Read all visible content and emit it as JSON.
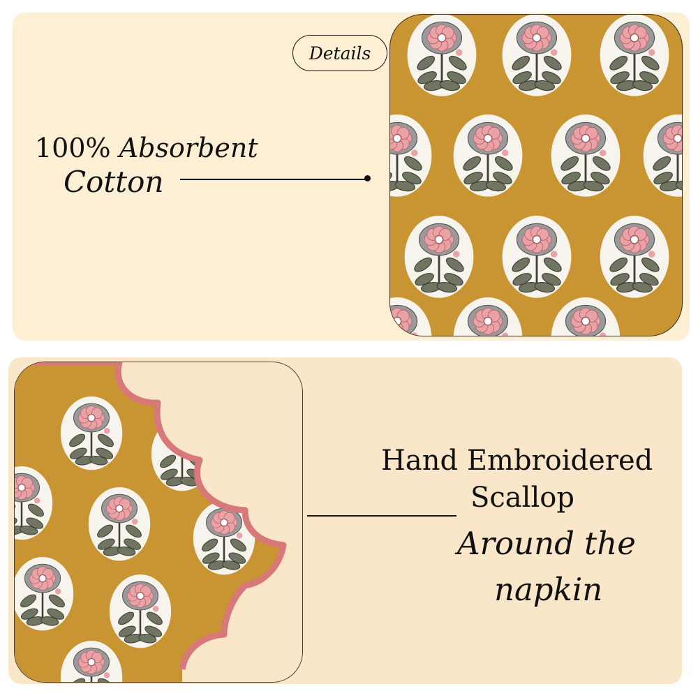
{
  "top_panel": {
    "button_label": "Details",
    "callout_line1_plain": "100%",
    "callout_line1_italic": "Absorbent",
    "callout_line2": "Cotton"
  },
  "bottom_panel": {
    "callout_line1": "Hand Embroidered",
    "callout_line2": "Scallop",
    "callout_line3": "Around the",
    "callout_line4": "napkin"
  },
  "colors": {
    "top_panel_bg": "#fdefd3",
    "bottom_panel_bg": "#fae6c8",
    "fabric_mustard": "#c89532",
    "scallop_pink": "#d8787a",
    "flower_pink": "#eaa2a6",
    "leaf_gray": "#6f7560"
  },
  "icons": [
    "floral-motif-icon",
    "connector-dot-icon",
    "scallop-edge-icon"
  ]
}
